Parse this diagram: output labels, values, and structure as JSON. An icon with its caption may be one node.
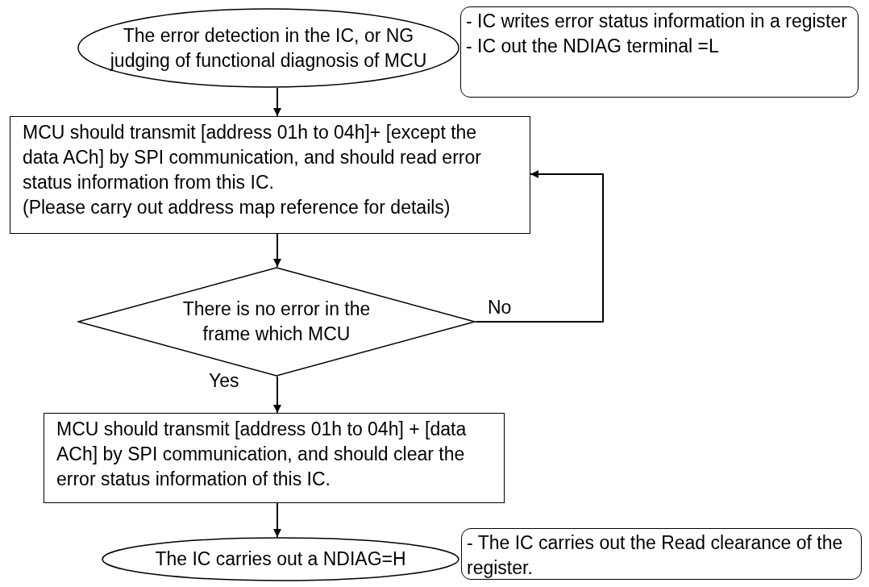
{
  "diagram": {
    "nodes": [
      {
        "text": [
          "The error detection in the IC, or NG judging of functional diagnosis of MCU"
        ]
      },
      {
        "text": [
          "- IC writes error status information in a register",
          "- IC out the NDIAG terminal =L"
        ]
      },
      {
        "text": [
          "MCU should transmit [address 01h to 04h]+ [except the data ACh] by SPI communication, and should read error status information from this IC.",
          "(Please carry out address map reference for details)"
        ]
      },
      {
        "text": [
          "There is no error in the frame which MCU"
        ]
      },
      {
        "text": [
          "MCU should transmit [address 01h to 04h] + [data ACh] by SPI communication, and should clear the error status information of this IC."
        ]
      },
      {
        "text": [
          "The IC carries out a NDIAG=H"
        ]
      },
      {
        "text": [
          "- The IC carries out the Read clearance of the register."
        ]
      }
    ],
    "edges": [
      {
        "from": 0,
        "to": 2,
        "arrow": "to"
      },
      {
        "from": 2,
        "to": 3,
        "arrow": "to"
      },
      {
        "from": 3,
        "to": 2,
        "arrow": "to",
        "label": "No"
      },
      {
        "from": 3,
        "to": 4,
        "arrow": "to",
        "label": "Yes"
      },
      {
        "from": 4,
        "to": 5,
        "arrow": "to"
      }
    ]
  }
}
